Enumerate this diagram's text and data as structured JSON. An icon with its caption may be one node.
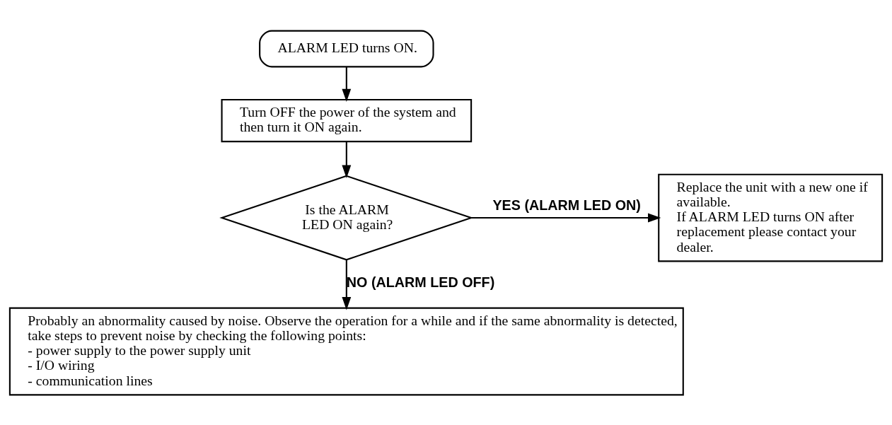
{
  "diagram": {
    "nodes": [
      {
        "text": [
          "ALARM LED turns ON."
        ]
      },
      {
        "text": [
          "Turn OFF the power of the system and then turn it ON again."
        ]
      },
      {
        "text": [
          "Is the ALARM LED ON again?"
        ]
      },
      {
        "text": [
          "Replace the unit with a new one if available.",
          "If ALARM LED turns ON after replacement please contact your dealer."
        ]
      },
      {
        "text": [
          "Probably an abnormality caused by noise. Observe the operation for a while and if the same abnormality is detected, take steps to prevent noise by checking the following points:",
          "- power supply to the power supply unit",
          "- I/O wiring",
          "- communication lines"
        ]
      }
    ],
    "edges": [
      {
        "from": 0,
        "to": 1,
        "arrow": "to"
      },
      {
        "from": 1,
        "to": 2,
        "arrow": "to"
      },
      {
        "from": 2,
        "to": 3,
        "arrow": "to",
        "label": "YES (ALARM LED ON)"
      },
      {
        "from": 2,
        "to": 4,
        "arrow": "to",
        "label": "NO (ALARM LED OFF)"
      }
    ]
  }
}
